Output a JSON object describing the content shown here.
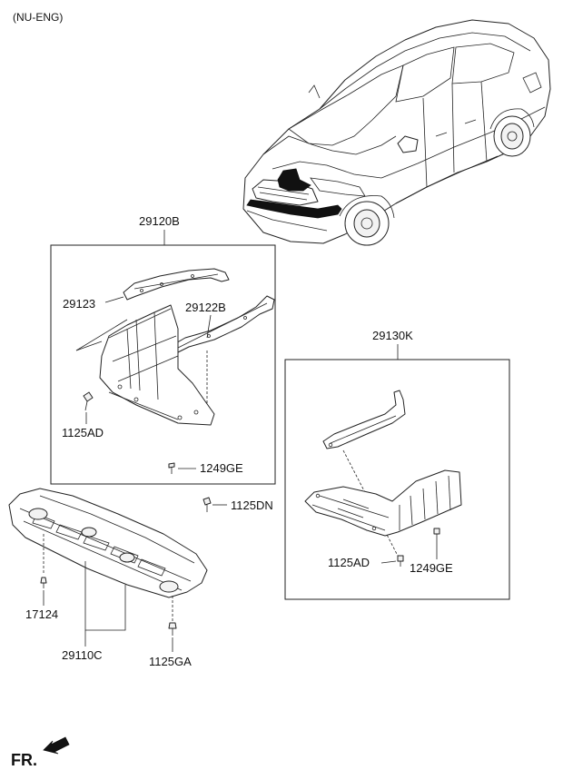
{
  "header": {
    "variant": "(NU-ENG)"
  },
  "labels": {
    "p29120B": "29120B",
    "p29123": "29123",
    "p29122B": "29122B",
    "p1125AD_left": "1125AD",
    "p1249GE_left": "1249GE",
    "p1125DN": "1125DN",
    "p29130K": "29130K",
    "p1125AD_right": "1125AD",
    "p1249GE_right": "1249GE",
    "p17124": "17124",
    "p29110C": "29110C",
    "p1125GA": "1125GA"
  },
  "footer": {
    "front": "FR."
  }
}
